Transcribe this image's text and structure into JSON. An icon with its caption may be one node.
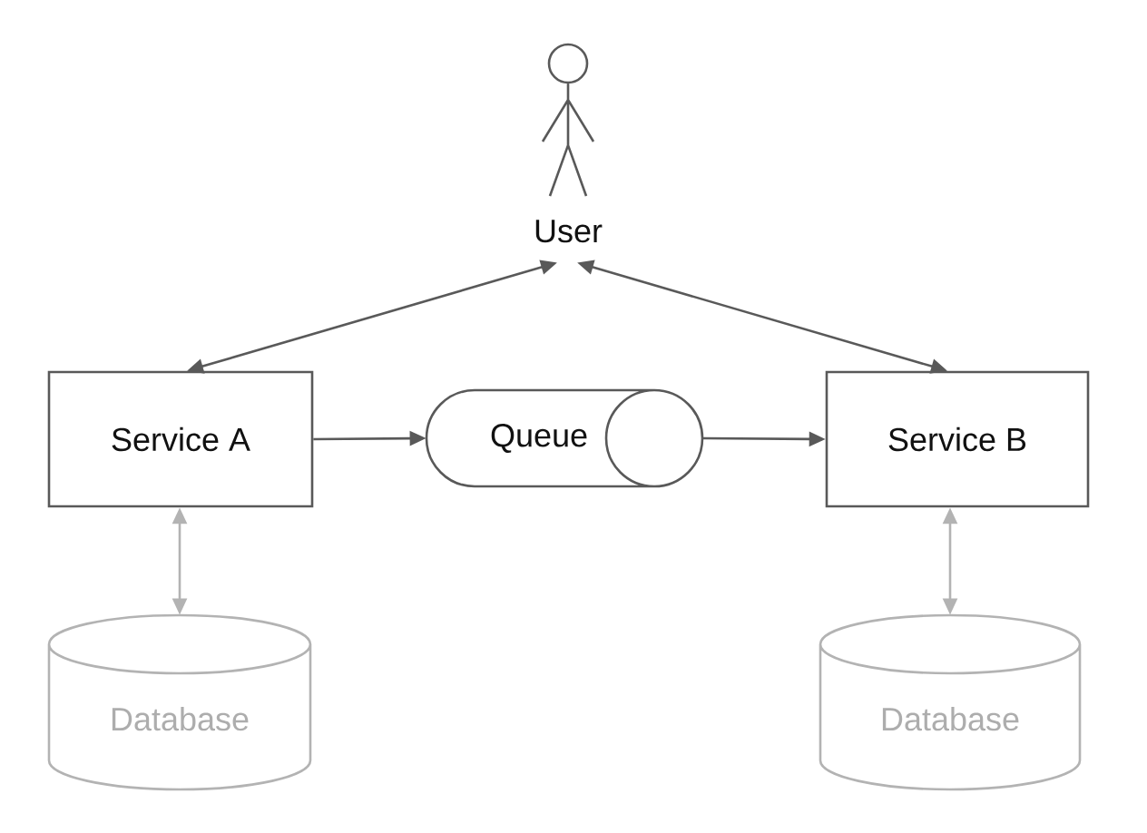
{
  "diagram": {
    "nodes": [
      {
        "text": [
          "User"
        ]
      },
      {
        "text": [
          "Service A"
        ]
      },
      {
        "text": [
          "Queue"
        ]
      },
      {
        "text": [
          "Service B"
        ]
      },
      {
        "text": [
          "Database"
        ]
      },
      {
        "text": [
          "Database"
        ]
      }
    ],
    "edges": [
      {
        "from": 0,
        "to": 1,
        "arrow": "both"
      },
      {
        "from": 0,
        "to": 3,
        "arrow": "both"
      },
      {
        "from": 1,
        "to": 2,
        "arrow": "to"
      },
      {
        "from": 2,
        "to": 3,
        "arrow": "to"
      },
      {
        "from": 1,
        "to": 4,
        "arrow": "both",
        "color": "#b3b3b3"
      },
      {
        "from": 3,
        "to": 5,
        "arrow": "both",
        "color": "#b3b3b3"
      }
    ]
  }
}
